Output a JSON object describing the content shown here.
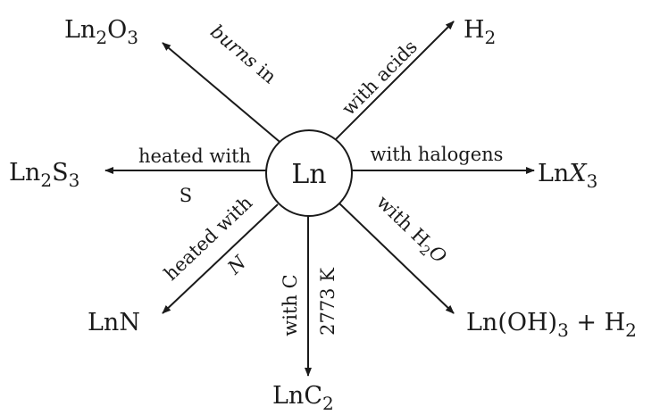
{
  "diagram": {
    "center": "Ln",
    "products": {
      "oxide": {
        "base": "Ln",
        "s1": "2",
        "mid": "O",
        "s2": "3"
      },
      "hydrogen": {
        "base": "H",
        "s1": "2"
      },
      "sulfide": {
        "base": "Ln",
        "s1": "2",
        "mid": "S",
        "s2": "3"
      },
      "halide": {
        "base": "Ln",
        "italic": "X",
        "s1": "3"
      },
      "nitride": {
        "base": "LnN"
      },
      "carbide": {
        "base": "LnC",
        "s1": "2"
      },
      "hydroxide": {
        "pre": "Ln(OH)",
        "s1": "3",
        "post": " + H",
        "s2": "2"
      }
    },
    "conditions": {
      "burns": {
        "a": "burns",
        "b": " in"
      },
      "acids": "with acids",
      "heated_s": "heated with",
      "s": "S",
      "halogens": "with halogens",
      "heated_n": "heated with",
      "n": "N",
      "with_c": "with C",
      "temp": "2773 K",
      "water": {
        "pre": "with H",
        "sub": "2",
        "post": "O"
      }
    }
  }
}
